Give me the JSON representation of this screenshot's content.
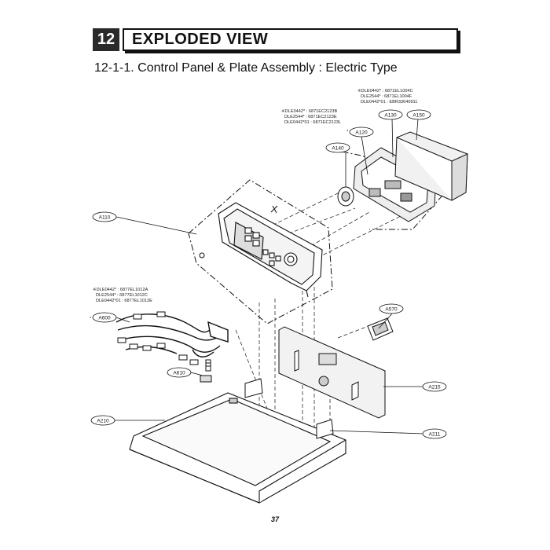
{
  "header": {
    "section_number": "12",
    "title": "EXPLODED VIEW"
  },
  "subtitle": "12-1-1. Control Panel & Plate Assembly : Electric Type",
  "notes": {
    "a130_note": [
      "※DLE0442* : 6871EL1004C",
      "DLE2544* : 6871EL1004F",
      "DLE0442*01 : EBR33640911"
    ],
    "a120_note": [
      "※DLE0442* : 6871EC2123B",
      "DLE2544* : 6871EC2123E",
      "DLE0442*01 : 6871EC2123L"
    ],
    "a600_note": [
      "※DLE0442* : 6877EL1012A",
      "DLE2544* : 6877EL1012C",
      "DLE0442*01 : 6877EL1012E"
    ]
  },
  "parts": {
    "a110": "A110",
    "a120": "A120",
    "a130": "A130",
    "a140": "A140",
    "a150": "A150",
    "a570": "A570",
    "a600": "A600",
    "a610": "A610",
    "a210": "A210",
    "a215": "A215",
    "a211": "A211"
  },
  "page_number": "37"
}
